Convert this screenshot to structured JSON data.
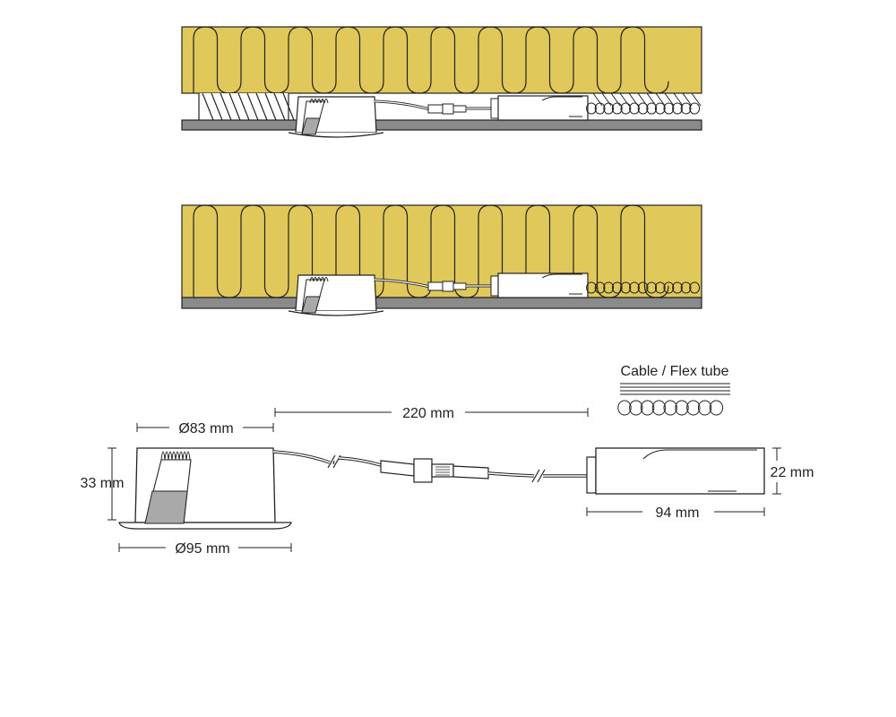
{
  "dimensions": {
    "inner_diameter": "Ø83 mm",
    "outer_diameter": "Ø95 mm",
    "height": "33 mm",
    "cable_length": "220 mm",
    "driver_length": "94 mm",
    "driver_height": "22 mm"
  },
  "legend": {
    "label": "Cable / Flex tube"
  },
  "colors": {
    "insulation": "#e0c85a",
    "ceiling_board": "#8a8a8a",
    "line": "#222222",
    "reflector_shade": "#a9a9a9"
  }
}
